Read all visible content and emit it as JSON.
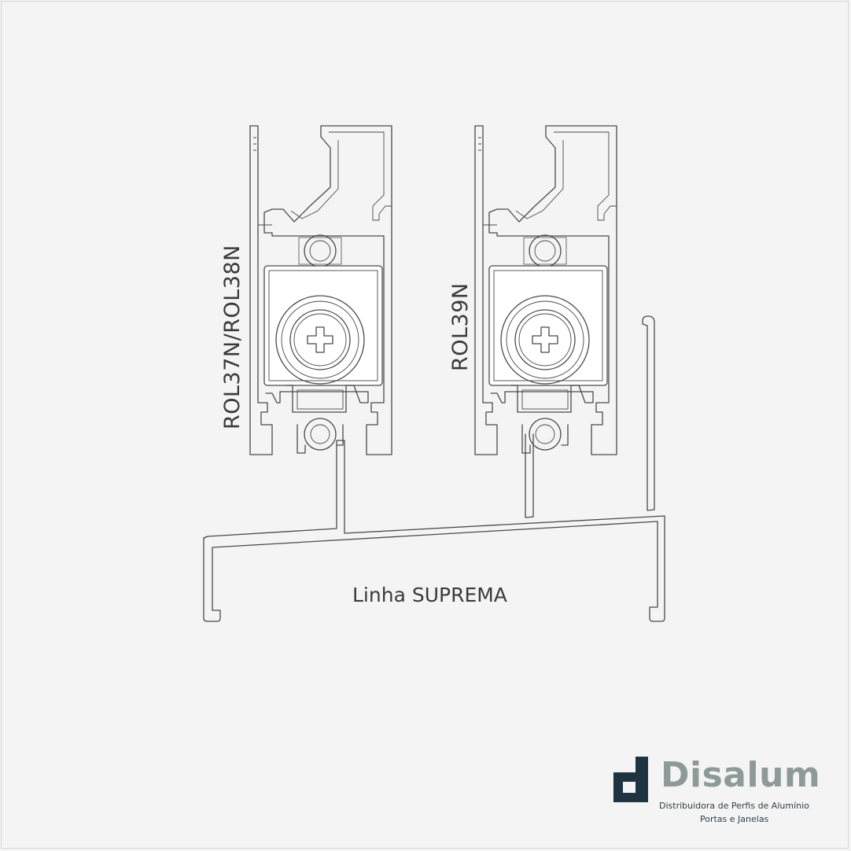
{
  "labels": {
    "profile_left": "ROL37N/ROL38N",
    "profile_right": "ROL39N",
    "caption": "Linha SUPREMA"
  },
  "brand": {
    "name": "Disalum",
    "tagline_line1": "Distribuidora de Perfis de Alumínio",
    "tagline_line2": "Portas e  Janelas",
    "logo_icon": "disalum-d-logo-icon",
    "color_dark": "#1f3440",
    "color_name": "#8e9a97"
  }
}
